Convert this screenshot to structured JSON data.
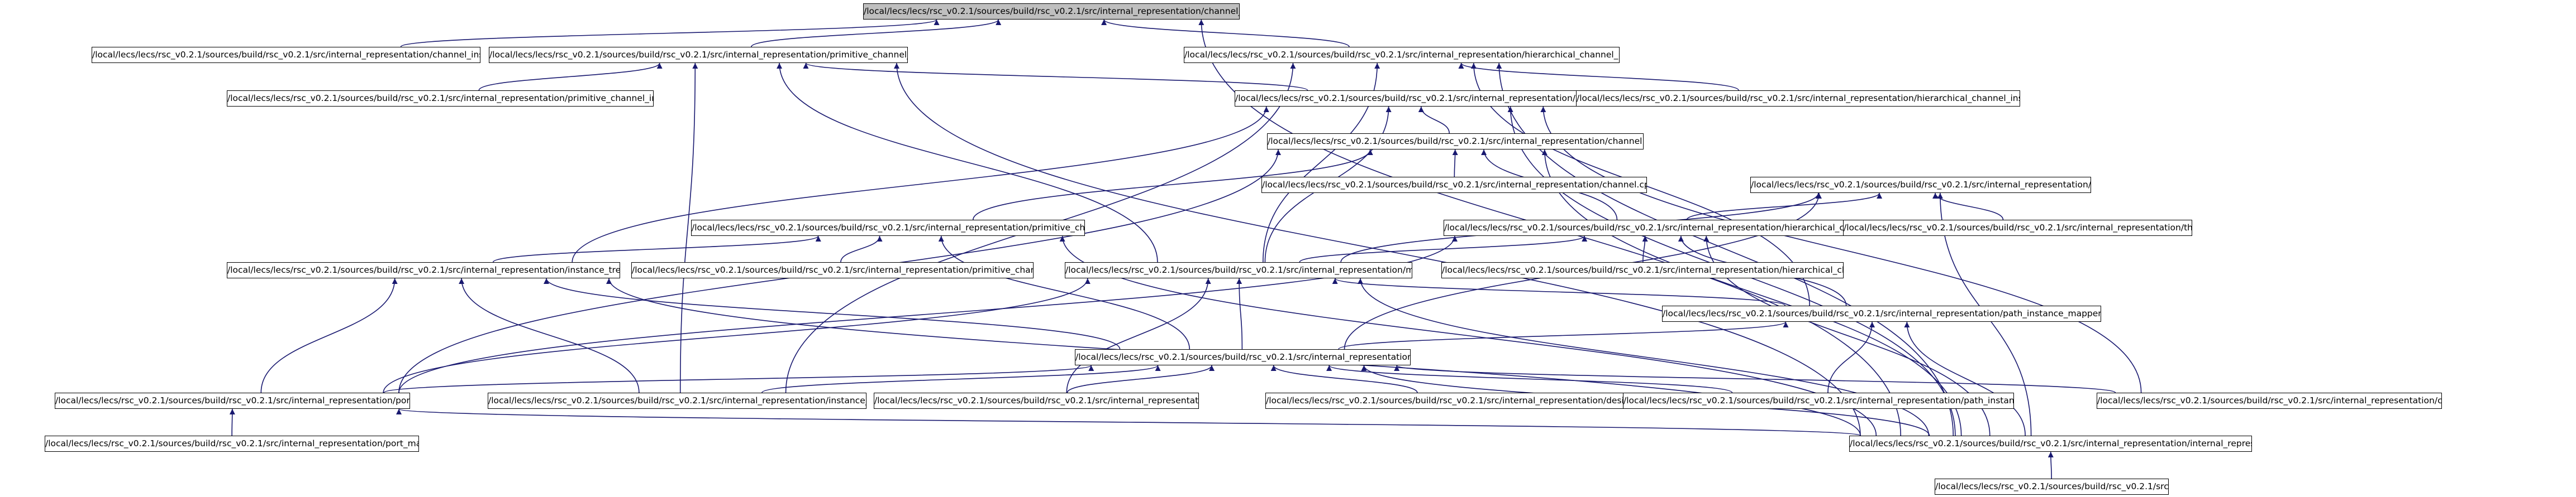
{
  "diagram": {
    "colors": {
      "edge": "#191970",
      "node_border": "#000000",
      "node_fill": "#ffffff",
      "root_fill": "#bfbfbf"
    },
    "nodes": {
      "channel_instance_h": "/local/lecs/lecs/rsc_v0.2.1/sources/build/rsc_v0.2.1/src/internal_representation/channel_instance.h",
      "channel_instance_cpp": "/local/lecs/lecs/rsc_v0.2.1/sources/build/rsc_v0.2.1/src/internal_representation/channel_instance.cpp",
      "primitive_channel_instance_h": "/local/lecs/lecs/rsc_v0.2.1/sources/build/rsc_v0.2.1/src/internal_representation/primitive_channel_instance.h",
      "hierarchical_channel_instance_h": "/local/lecs/lecs/rsc_v0.2.1/sources/build/rsc_v0.2.1/src/internal_representation/hierarchical_channel_instance.h",
      "primitive_channel_instance_cpp": "/local/lecs/lecs/rsc_v0.2.1/sources/build/rsc_v0.2.1/src/internal_representation/primitive_channel_instance.cpp",
      "class_h": "/local/lecs/lecs/rsc_v0.2.1/sources/build/rsc_v0.2.1/src/internal_representation/class.h",
      "hierarchical_channel_instance_cpp": "/local/lecs/lecs/rsc_v0.2.1/sources/build/rsc_v0.2.1/src/internal_representation/hierarchical_channel_instance.cpp",
      "channel_h": "/local/lecs/lecs/rsc_v0.2.1/sources/build/rsc_v0.2.1/src/internal_representation/channel.h",
      "channel_cpp": "/local/lecs/lecs/rsc_v0.2.1/sources/build/rsc_v0.2.1/src/internal_representation/channel.cpp",
      "thread_h": "/local/lecs/lecs/rsc_v0.2.1/sources/build/rsc_v0.2.1/src/internal_representation/thread.h",
      "primitive_channel_h": "/local/lecs/lecs/rsc_v0.2.1/sources/build/rsc_v0.2.1/src/internal_representation/primitive_channel.h",
      "hierarchical_channel_h": "/local/lecs/lecs/rsc_v0.2.1/sources/build/rsc_v0.2.1/src/internal_representation/hierarchical_channel.h",
      "thread_cpp": "/local/lecs/lecs/rsc_v0.2.1/sources/build/rsc_v0.2.1/src/internal_representation/thread.cpp",
      "instance_tree_h": "/local/lecs/lecs/rsc_v0.2.1/sources/build/rsc_v0.2.1/src/internal_representation/instance_tree.h",
      "primitive_channel_cpp": "/local/lecs/lecs/rsc_v0.2.1/sources/build/rsc_v0.2.1/src/internal_representation/primitive_channel.cpp",
      "module_h": "/local/lecs/lecs/rsc_v0.2.1/sources/build/rsc_v0.2.1/src/internal_representation/module.h",
      "hierarchical_channel_cpp": "/local/lecs/lecs/rsc_v0.2.1/sources/build/rsc_v0.2.1/src/internal_representation/hierarchical_channel.cpp",
      "path_instance_mapper_h": "/local/lecs/lecs/rsc_v0.2.1/sources/build/rsc_v0.2.1/src/internal_representation/path_instance_mapper.h",
      "design_h": "/local/lecs/lecs/rsc_v0.2.1/sources/build/rsc_v0.2.1/src/internal_representation/design.h",
      "port_mapping_h": "/local/lecs/lecs/rsc_v0.2.1/sources/build/rsc_v0.2.1/src/internal_representation/port_mapping.h",
      "instance_tree_cpp": "/local/lecs/lecs/rsc_v0.2.1/sources/build/rsc_v0.2.1/src/internal_representation/instance_tree.cpp",
      "module_cpp": "/local/lecs/lecs/rsc_v0.2.1/sources/build/rsc_v0.2.1/src/internal_representation/module.cpp",
      "design_cpp": "/local/lecs/lecs/rsc_v0.2.1/sources/build/rsc_v0.2.1/src/internal_representation/design.cpp",
      "path_instance_mapper_cpp": "/local/lecs/lecs/rsc_v0.2.1/sources/build/rsc_v0.2.1/src/internal_representation/path_instance_mapper.cpp",
      "class_cpp": "/local/lecs/lecs/rsc_v0.2.1/sources/build/rsc_v0.2.1/src/internal_representation/class.cpp",
      "port_mapping_cpp": "/local/lecs/lecs/rsc_v0.2.1/sources/build/rsc_v0.2.1/src/internal_representation/port_mapping.cpp",
      "internal_representation_h": "/local/lecs/lecs/rsc_v0.2.1/sources/build/rsc_v0.2.1/src/internal_representation/internal_representation.h",
      "rsc_h": "/local/lecs/lecs/rsc_v0.2.1/sources/build/rsc_v0.2.1/src/rsc.h"
    },
    "edges": [
      [
        "channel_instance_cpp",
        "channel_instance_h"
      ],
      [
        "primitive_channel_instance_h",
        "channel_instance_h"
      ],
      [
        "hierarchical_channel_instance_h",
        "channel_instance_h"
      ],
      [
        "internal_representation_h",
        "channel_instance_h"
      ],
      [
        "primitive_channel_instance_cpp",
        "primitive_channel_instance_h"
      ],
      [
        "module_h",
        "primitive_channel_instance_h"
      ],
      [
        "instance_tree_cpp",
        "primitive_channel_instance_h"
      ],
      [
        "internal_representation_h",
        "primitive_channel_instance_h"
      ],
      [
        "hierarchical_channel_instance_cpp",
        "hierarchical_channel_instance_h"
      ],
      [
        "module_h",
        "hierarchical_channel_instance_h"
      ],
      [
        "instance_tree_cpp",
        "hierarchical_channel_instance_h"
      ],
      [
        "path_instance_mapper_h",
        "hierarchical_channel_instance_h"
      ],
      [
        "internal_representation_h",
        "hierarchical_channel_instance_h"
      ],
      [
        "class_h",
        "primitive_channel_instance_h"
      ],
      [
        "channel_h",
        "class_h"
      ],
      [
        "module_h",
        "class_h"
      ],
      [
        "instance_tree_h",
        "class_h"
      ],
      [
        "class_cpp",
        "class_h"
      ],
      [
        "internal_representation_h",
        "class_h"
      ],
      [
        "channel_cpp",
        "channel_h"
      ],
      [
        "primitive_channel_h",
        "channel_h"
      ],
      [
        "hierarchical_channel_h",
        "channel_h"
      ],
      [
        "internal_representation_h",
        "channel_h"
      ],
      [
        "port_mapping_h",
        "channel_h"
      ],
      [
        "hierarchical_channel_h",
        "thread_h"
      ],
      [
        "thread_cpp",
        "thread_h"
      ],
      [
        "module_h",
        "thread_h"
      ],
      [
        "internal_representation_h",
        "thread_h"
      ],
      [
        "design_h",
        "thread_h"
      ],
      [
        "primitive_channel_cpp",
        "primitive_channel_h"
      ],
      [
        "instance_tree_h",
        "primitive_channel_h"
      ],
      [
        "design_h",
        "primitive_channel_h"
      ],
      [
        "internal_representation_h",
        "primitive_channel_h"
      ],
      [
        "hierarchical_channel_cpp",
        "hierarchical_channel_h"
      ],
      [
        "module_h",
        "hierarchical_channel_h"
      ],
      [
        "path_instance_mapper_h",
        "hierarchical_channel_h"
      ],
      [
        "port_mapping_h",
        "hierarchical_channel_h"
      ],
      [
        "internal_representation_h",
        "hierarchical_channel_h"
      ],
      [
        "port_mapping_h",
        "instance_tree_h"
      ],
      [
        "instance_tree_cpp",
        "instance_tree_h"
      ],
      [
        "design_h",
        "instance_tree_h"
      ],
      [
        "internal_representation_h",
        "instance_tree_h"
      ],
      [
        "design_h",
        "module_h"
      ],
      [
        "module_cpp",
        "module_h"
      ],
      [
        "path_instance_mapper_h",
        "module_h"
      ],
      [
        "port_mapping_h",
        "module_h"
      ],
      [
        "internal_representation_h",
        "module_h"
      ],
      [
        "design_h",
        "path_instance_mapper_h"
      ],
      [
        "path_instance_mapper_cpp",
        "path_instance_mapper_h"
      ],
      [
        "internal_representation_h",
        "path_instance_mapper_h"
      ],
      [
        "port_mapping_h",
        "design_h"
      ],
      [
        "instance_tree_cpp",
        "design_h"
      ],
      [
        "module_cpp",
        "design_h"
      ],
      [
        "design_cpp",
        "design_h"
      ],
      [
        "path_instance_mapper_cpp",
        "design_h"
      ],
      [
        "class_cpp",
        "design_h"
      ],
      [
        "internal_representation_h",
        "design_h"
      ],
      [
        "port_mapping_cpp",
        "port_mapping_h"
      ],
      [
        "internal_representation_h",
        "port_mapping_h"
      ],
      [
        "rsc_h",
        "internal_representation_h"
      ]
    ]
  }
}
